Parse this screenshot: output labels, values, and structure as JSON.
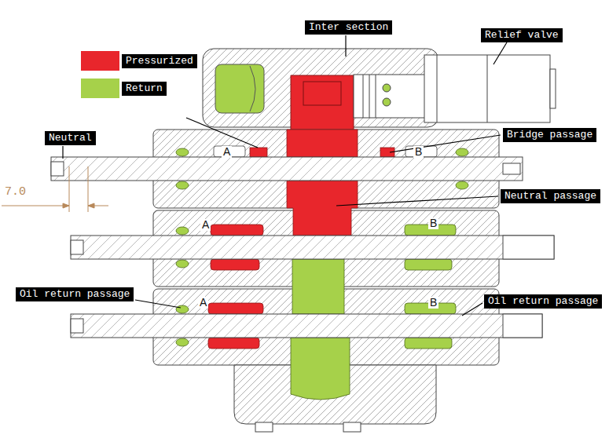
{
  "diagram": {
    "nodes": [
      {
        "text": [
          "Inter section"
        ]
      },
      {
        "text": [
          "Relief valve"
        ]
      },
      {
        "text": [
          "Neutral"
        ]
      },
      {
        "text": [
          "Bridge passage"
        ]
      },
      {
        "text": [
          "Neutral passage"
        ]
      },
      {
        "text": [
          "Oil return passage"
        ]
      },
      {
        "text": [
          "Oil return passage"
        ]
      }
    ],
    "labels": [
      "A",
      "B",
      "7.0",
      "A",
      "B",
      "A",
      "B"
    ],
    "legend": [
      {
        "text": "Pressurized",
        "color": "#e8262c"
      },
      {
        "text": "Return",
        "color": "#a6d14a"
      }
    ]
  }
}
